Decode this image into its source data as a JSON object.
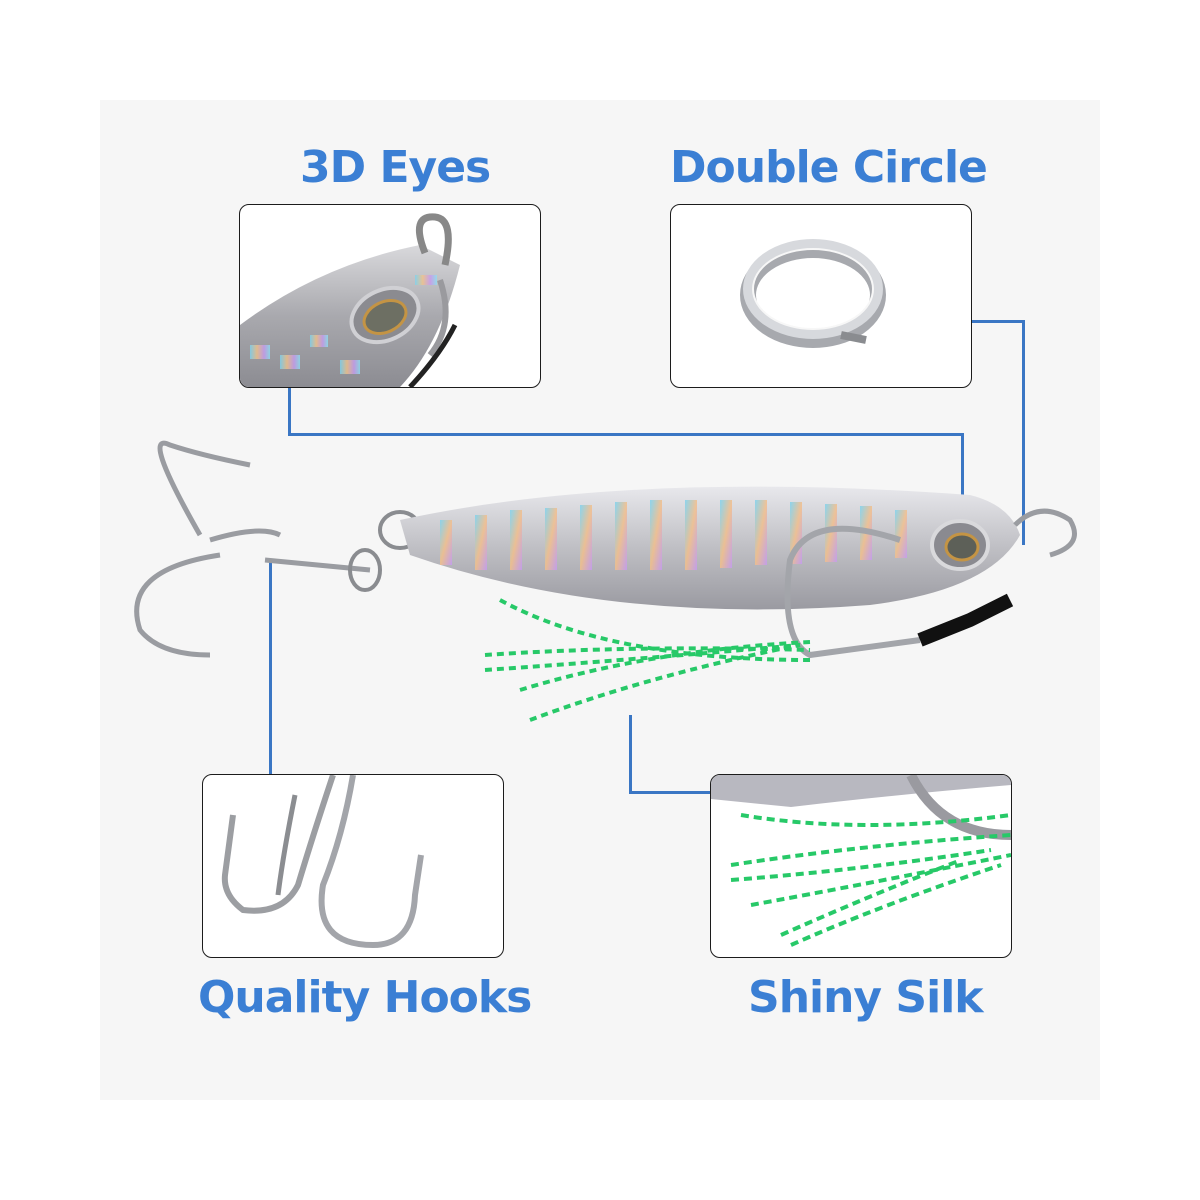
{
  "colors": {
    "accent": "#3b7fd4",
    "connector": "#3a76c4",
    "panel_bg": "#f6f6f6",
    "silk_green": "#2ecc71"
  },
  "features": [
    {
      "id": "eyes",
      "title": "3D Eyes",
      "image": "lure-eye-closeup"
    },
    {
      "id": "ring",
      "title": "Double Circle",
      "image": "split-ring"
    },
    {
      "id": "hooks",
      "title": "Quality Hooks",
      "image": "treble-hook-closeup"
    },
    {
      "id": "silk",
      "title": "Shiny Silk",
      "image": "green-silk-tassel"
    }
  ],
  "product": {
    "image": "metal-jig-lure-with-treble-hook",
    "parts": [
      "treble-hook",
      "split-ring",
      "lure-body",
      "3d-eye",
      "assist-hook",
      "silk-skirt"
    ]
  }
}
